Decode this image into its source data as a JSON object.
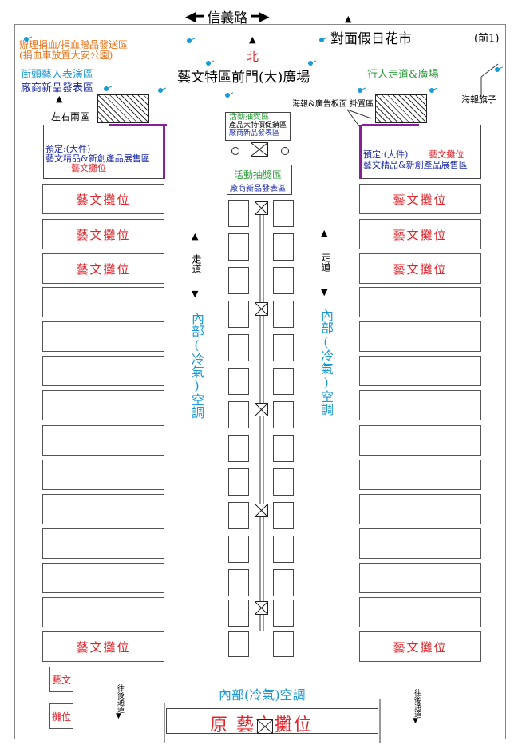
{
  "header": {
    "street": "信義路",
    "market": "對面假日花市",
    "page_label": "(前1)",
    "north": "北",
    "plaza_title": "藝文特區前門(大)廣場"
  },
  "top_left_notes": {
    "blood_drive_line1": "辦理捐血/捐血贈品發送區",
    "blood_drive_line2": "(捐血車放置大安公園)",
    "street_performer": "街頭藝人表演區",
    "vendor_launch": "廠商新品發表區",
    "both_sides": "左右兩區"
  },
  "top_right_notes": {
    "pedestrian": "行人走道&廣場",
    "poster_board": "海報&廣告板面 掛置區",
    "poster_flag": "海報旗子"
  },
  "reserved": {
    "line1": "預定:(大件)",
    "line2": "藝文精品&新創產品展售區",
    "line3": "藝文攤位",
    "right_line1": "預定:(大件)",
    "right_line1_suffix": "藝文攤位",
    "right_line2": "藝文精品&新創產品展售區"
  },
  "center_top": {
    "lottery": "活動抽獎區",
    "special_sale": "產品大特價促銷區",
    "vendor_launch": "廠商新品發表區"
  },
  "center_mid": {
    "lottery": "活動抽獎區",
    "vendor_launch": "廠商新品發表區"
  },
  "walkway": "走道",
  "aircon": "內部(冷氣)空調",
  "aircon_bottom": "內部(冷氣)空調",
  "booth_label": "藝文攤位",
  "left_booths": [
    "藝文攤位",
    "藝文攤位",
    "藝文攤位",
    "",
    "",
    "",
    "",
    "",
    "",
    "",
    "",
    "",
    "",
    "藝文攤位"
  ],
  "right_booths": [
    "藝文攤位",
    "藝文攤位",
    "藝文攤位",
    "",
    "",
    "",
    "",
    "",
    "",
    "",
    "",
    "",
    "",
    "藝文攤位"
  ],
  "small_booth_1": "藝文",
  "small_booth_2": "攤位",
  "to_back": "往後通道",
  "original_booth": "原 藝文攤位",
  "colors": {
    "orange": "#e8741c",
    "cyan": "#1a9ad6",
    "navy": "#1b2aa8",
    "green": "#2e9a3c",
    "red": "#e0262c",
    "purple": "#8a1f9a"
  },
  "icons": [
    "arrow-left-icon",
    "arrow-right-icon",
    "arrow-up-icon",
    "arrow-down-icon",
    "pin-icon",
    "hatched-box-icon",
    "x-box-icon",
    "circle-icon"
  ]
}
